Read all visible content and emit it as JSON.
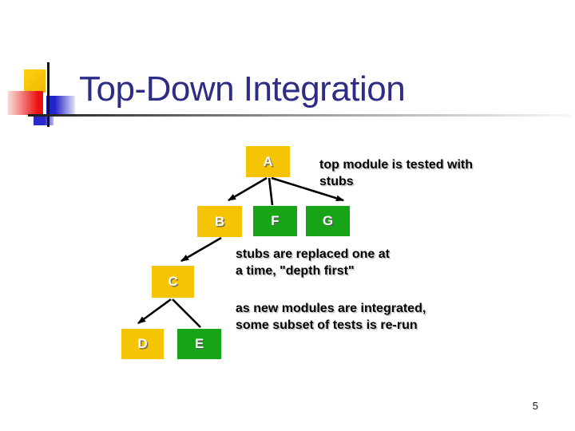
{
  "slide": {
    "title": "Top-Down Integration",
    "page_number": "5"
  },
  "colors": {
    "title_navy": "#2d2d85",
    "node_gold": "#f5c405",
    "node_green": "#17a517",
    "annotation_text": "#000000",
    "decor_yellow": "#ffcf12",
    "decor_red": "#ec1111",
    "decor_blue": "#2323cb"
  },
  "tree": {
    "nodes": [
      {
        "id": "A",
        "label": "A",
        "color": "gold"
      },
      {
        "id": "B",
        "label": "B",
        "color": "gold"
      },
      {
        "id": "F",
        "label": "F",
        "color": "green"
      },
      {
        "id": "G",
        "label": "G",
        "color": "green"
      },
      {
        "id": "C",
        "label": "C",
        "color": "gold"
      },
      {
        "id": "D",
        "label": "D",
        "color": "gold"
      },
      {
        "id": "E",
        "label": "E",
        "color": "green"
      }
    ],
    "edges": [
      "A-B",
      "A-F",
      "A-G",
      "B-C",
      "C-D",
      "C-E"
    ]
  },
  "annotations": [
    {
      "lines": [
        "top module is tested with",
        "stubs"
      ]
    },
    {
      "lines": [
        "stubs are replaced one at",
        "a time, \"depth first\""
      ]
    },
    {
      "lines": [
        "as new modules are integrated,",
        "some subset of tests is re-run"
      ]
    }
  ]
}
